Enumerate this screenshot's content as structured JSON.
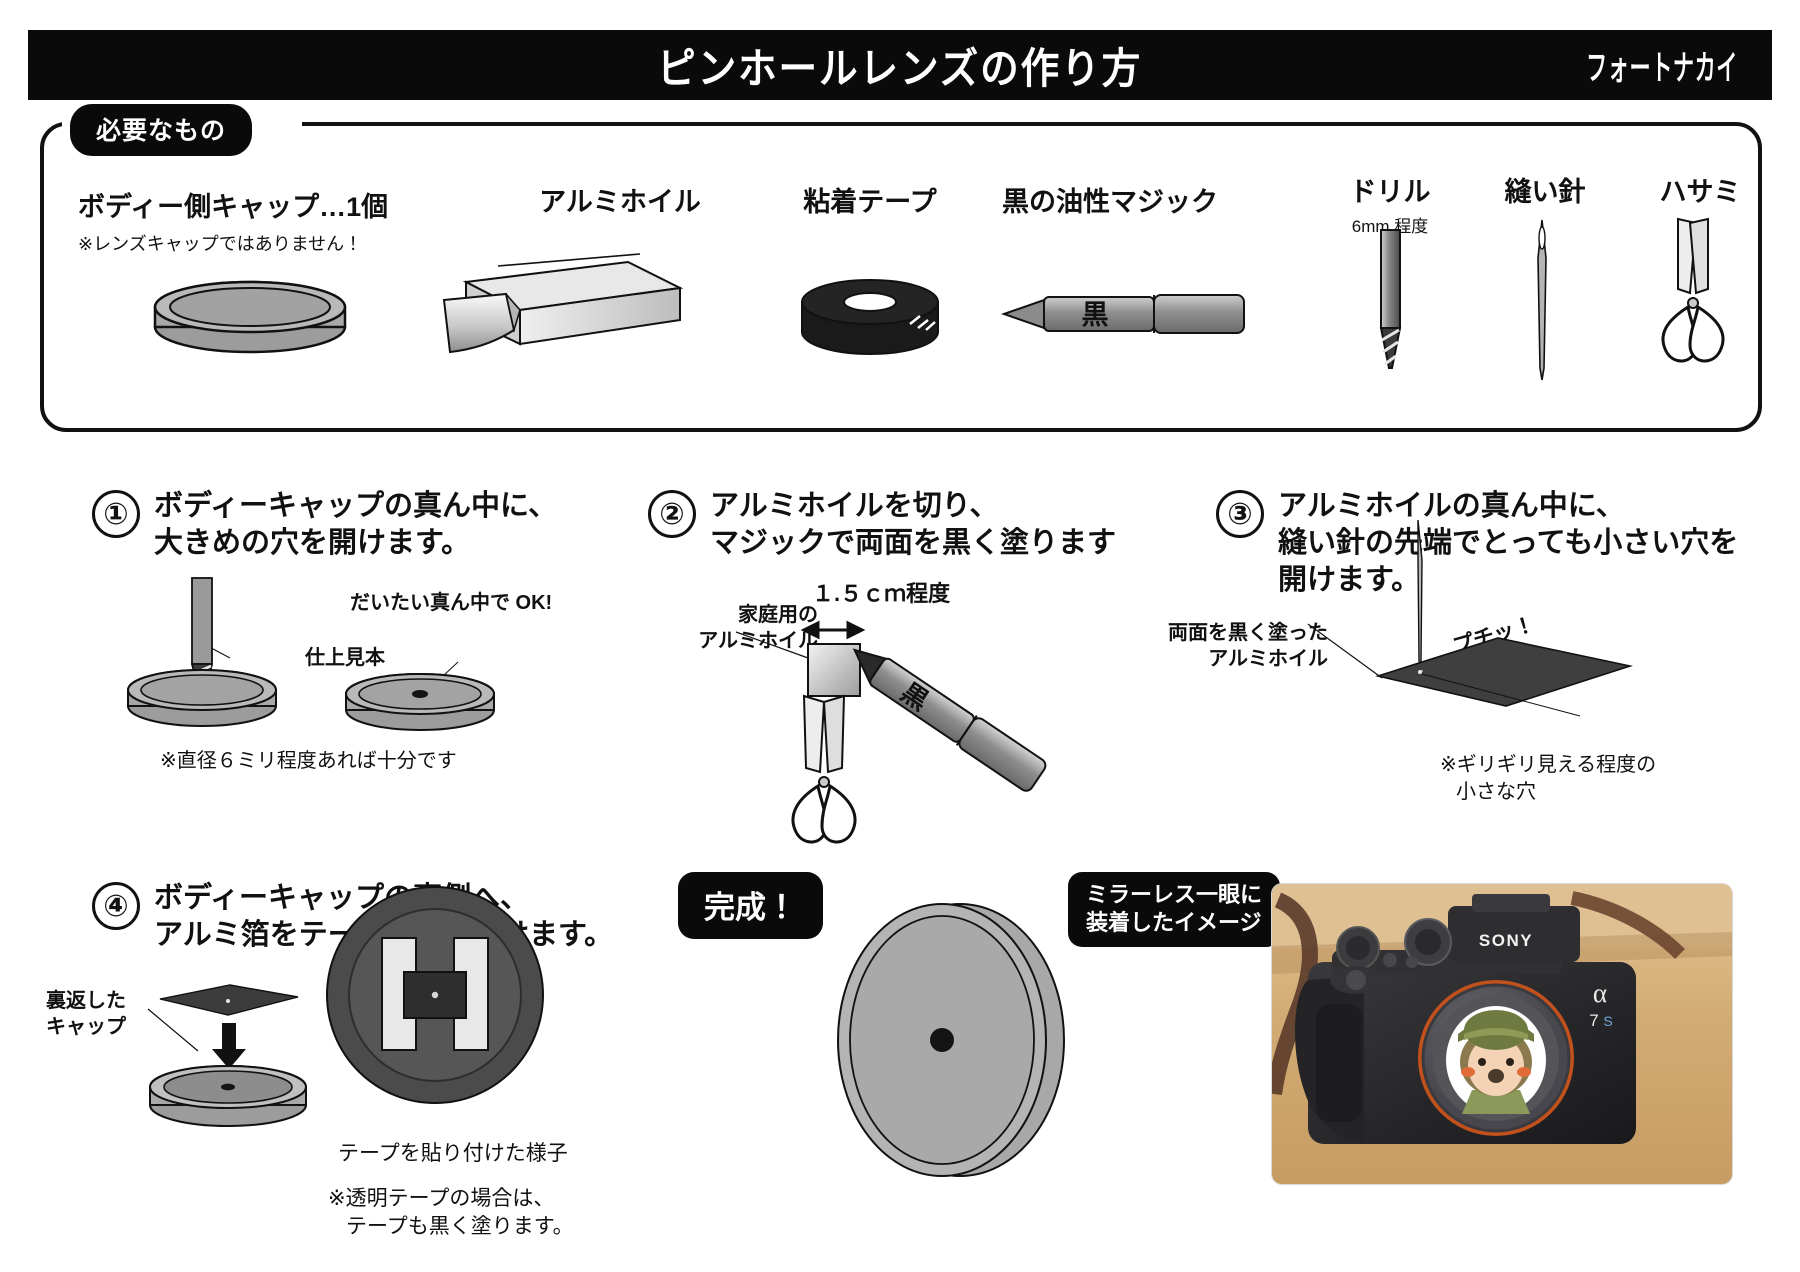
{
  "header": {
    "title": "ピンホールレンズの作り方",
    "logo": "フォートナカイ",
    "bg_color": "#0a0a0a",
    "text_color": "#ffffff"
  },
  "materials": {
    "badge": "必要なもの",
    "items": [
      {
        "label": "ボディー側キャップ…1個",
        "sub": "※レンズキャップではありません！",
        "icon": "body-cap-icon"
      },
      {
        "label": "アルミホイル",
        "sub": "",
        "icon": "aluminum-foil-box-icon"
      },
      {
        "label": "粘着テープ",
        "sub": "",
        "icon": "tape-roll-icon"
      },
      {
        "label": "黒の油性マジック",
        "sub": "",
        "icon": "black-marker-icon",
        "marker_label": "黒"
      },
      {
        "label": "ドリル",
        "sub": "6mm 程度",
        "icon": "drill-bit-icon"
      },
      {
        "label": "縫い針",
        "sub": "",
        "icon": "sewing-needle-icon"
      },
      {
        "label": "ハサミ",
        "sub": "",
        "icon": "scissors-icon"
      }
    ]
  },
  "steps": [
    {
      "number": "①",
      "text_line1": "ボディーキャップの真ん中に、",
      "text_line2": "大きめの穴を開けます。",
      "annotations": [
        {
          "key": "center_ok",
          "text": "だいたい真ん中で OK!"
        },
        {
          "key": "finished_sample",
          "text": "仕上見本"
        }
      ],
      "note": "※直径６ミリ程度あれば十分です"
    },
    {
      "number": "②",
      "text_line1": "アルミホイルを切り、",
      "text_line2": "マジックで両面を黒く塗ります",
      "annotations": [
        {
          "key": "household_foil",
          "text_line1": "家庭用の",
          "text_line2": "アルミホイル"
        },
        {
          "key": "dimension",
          "text": "１.５ｃｍ程度"
        },
        {
          "key": "marker_body",
          "text": "黒"
        }
      ],
      "note": ""
    },
    {
      "number": "③",
      "text_line1": "アルミホイルの真ん中に、",
      "text_line2": "縫い針の先端でとっても小さい穴を",
      "text_line3": "開けます。",
      "annotations": [
        {
          "key": "blackened_foil",
          "text_line1": "両面を黒く塗った",
          "text_line2": "アルミホイル"
        },
        {
          "key": "poke_sfx",
          "text": "プチッ！"
        }
      ],
      "note_line1": "※ギリギリ見える程度の",
      "note_line2": "小さな穴"
    },
    {
      "number": "④",
      "text_line1": "ボディーキャップの裏側へ、",
      "text_line2": "アルミ箔をテープで貼り付けます。",
      "annotations": [
        {
          "key": "flipped_cap",
          "text_line1": "裏返した",
          "text_line2": "キャップ"
        },
        {
          "key": "tape_applied",
          "text": "テープを貼り付けた様子"
        }
      ],
      "note_line1": "※透明テープの場合は、",
      "note_line2": "テープも黒く塗ります。"
    }
  ],
  "result": {
    "badge": "完成！",
    "caption": "ミラーレス一眼に\n装着したイメージ",
    "caption_line1": "ミラーレス一眼に",
    "caption_line2": "装着したイメージ"
  },
  "photo": {
    "camera_brand": "SONY",
    "camera_model_alpha": "α",
    "camera_model_number": "7",
    "camera_model_suffix": "S",
    "desk_color": "#d7b483",
    "body_color": "#2b2b2d",
    "lens_ring_color": "#c2511c",
    "sticker_hat_color": "#6f7a41",
    "sticker_face_color": "#f5d3b8"
  },
  "colors": {
    "ink": "#111111",
    "panel_border": "#111111",
    "metal_light": "#d9d9d9",
    "metal_mid": "#9a9a9a",
    "metal_dark": "#5a5a5a",
    "black": "#0a0a0a"
  }
}
